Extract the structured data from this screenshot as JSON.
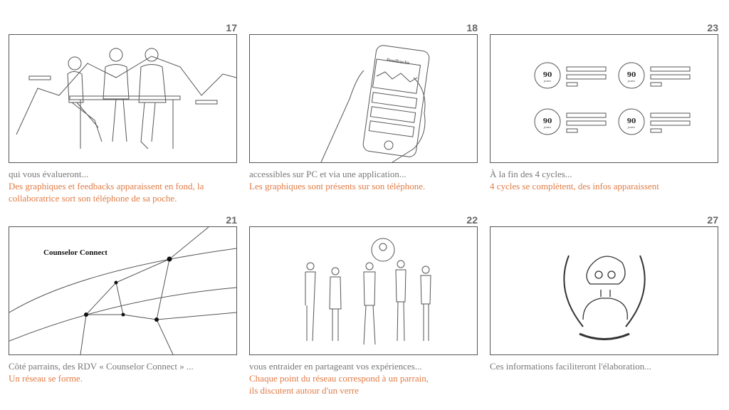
{
  "panels": [
    {
      "number": "17",
      "caption": "qui vous évalueront...",
      "note": [
        "Des graphiques et feedbacks apparaissent en fond, la",
        "collaboratrice sort son téléphone de sa poche."
      ]
    },
    {
      "number": "18",
      "caption": "accessibles sur PC et via une application...",
      "note": [
        "Les graphiques sont présents sur son téléphone."
      ],
      "screen_title": "Feedbacks"
    },
    {
      "number": "23",
      "caption": "À la fin des 4 cycles...",
      "note": [
        "4 cycles se complètent, des infos apparaissent"
      ],
      "cycle_value": "90",
      "cycle_unit": "jours"
    },
    {
      "number": "21",
      "caption": "Côté parrains, des RDV « Counselor Connect » ...",
      "note": [
        "Un réseau se forme."
      ],
      "brand": "Counselor Connect"
    },
    {
      "number": "22",
      "caption": "vous entraider en partageant vos expériences...",
      "note": [
        "Chaque point du réseau correspond à un parrain,",
        "ils discutent autour d'un verre"
      ]
    },
    {
      "number": "27",
      "caption": "Ces informations faciliteront l'élaboration...",
      "note": []
    }
  ],
  "colors": {
    "caption": "#777777",
    "note": "#e07b45",
    "frame": "#555555"
  }
}
